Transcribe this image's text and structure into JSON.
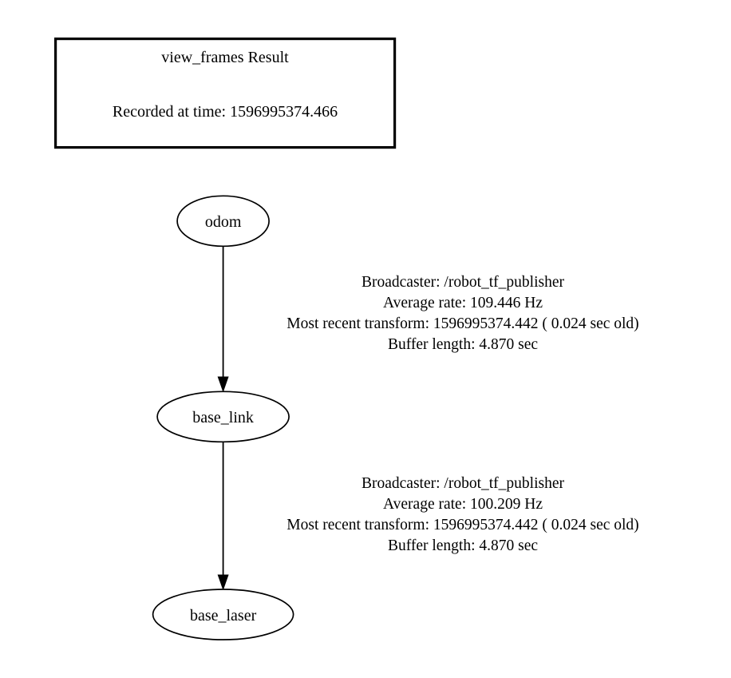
{
  "graph": {
    "title": "view_frames Result",
    "background_color": "#ffffff",
    "stroke_color": "#000000"
  },
  "legend": {
    "title": "view_frames Result",
    "recorded_at": "Recorded at time: 1596995374.466"
  },
  "nodes": [
    {
      "id": "odom",
      "label": "odom"
    },
    {
      "id": "base_link",
      "label": "base_link"
    },
    {
      "id": "base_laser",
      "label": "base_laser"
    }
  ],
  "edges": [
    {
      "from": "odom",
      "to": "base_link",
      "lines": [
        "Broadcaster: /robot_tf_publisher",
        "Average rate: 109.446 Hz",
        "Most recent transform: 1596995374.442 ( 0.024 sec old)",
        "Buffer length: 4.870 sec"
      ],
      "broadcaster": "/robot_tf_publisher",
      "average_rate_hz": "109.446",
      "most_recent_transform": "1596995374.442",
      "age_sec": "0.024",
      "buffer_length_sec": "4.870"
    },
    {
      "from": "base_link",
      "to": "base_laser",
      "lines": [
        "Broadcaster: /robot_tf_publisher",
        "Average rate: 100.209 Hz",
        "Most recent transform: 1596995374.442 ( 0.024 sec old)",
        "Buffer length: 4.870 sec"
      ],
      "broadcaster": "/robot_tf_publisher",
      "average_rate_hz": "100.209",
      "most_recent_transform": "1596995374.442",
      "age_sec": "0.024",
      "buffer_length_sec": "4.870"
    }
  ]
}
